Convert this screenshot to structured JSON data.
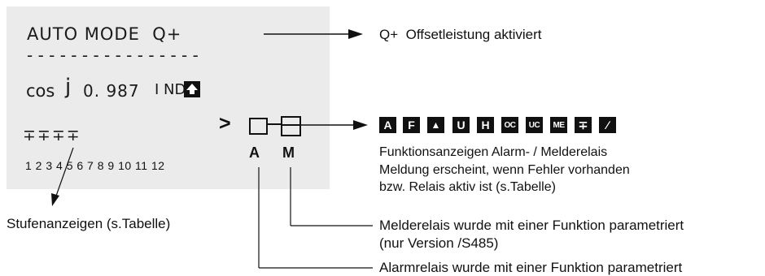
{
  "display": {
    "mode_text": "AUTO MODE  Q+",
    "dashes": "- - - - - - - - - - - - - - - -",
    "cos_label": "cos",
    "phi_glyph": "j",
    "cos_value": "0. 987",
    "ind_label": "I ND",
    "step_symbols": "∓∓∓∓",
    "step_numbers": "1 2 3 4 5 6 7 8 9 10 11 12",
    "chevron": ">",
    "relay_a_label": "A",
    "relay_m_label": "M"
  },
  "annotations": {
    "offset_text": "Q+  Offsetleistung aktiviert",
    "function_icons": [
      "A",
      "F",
      "▲",
      "U",
      "H",
      "OC",
      "UC",
      "ME",
      "∓",
      "∕"
    ],
    "function_desc_1": "Funktionsanzeigen Alarm- / Melderelais",
    "function_desc_2": "Meldung erscheint, wenn Fehler vorhanden",
    "function_desc_3": "bzw. Relais aktiv ist (s.Tabelle)",
    "steps_label": "Stufenanzeigen (s.Tabelle)",
    "melde_text_1": "Melderelais wurde mit einer Funktion parametriert",
    "melde_text_2": "(nur Version /S485)",
    "alarm_text": "Alarmrelais wurde mit einer Funktion parametriert"
  },
  "colors": {
    "lcd_background": "#ebebeb",
    "ink": "#111111"
  }
}
